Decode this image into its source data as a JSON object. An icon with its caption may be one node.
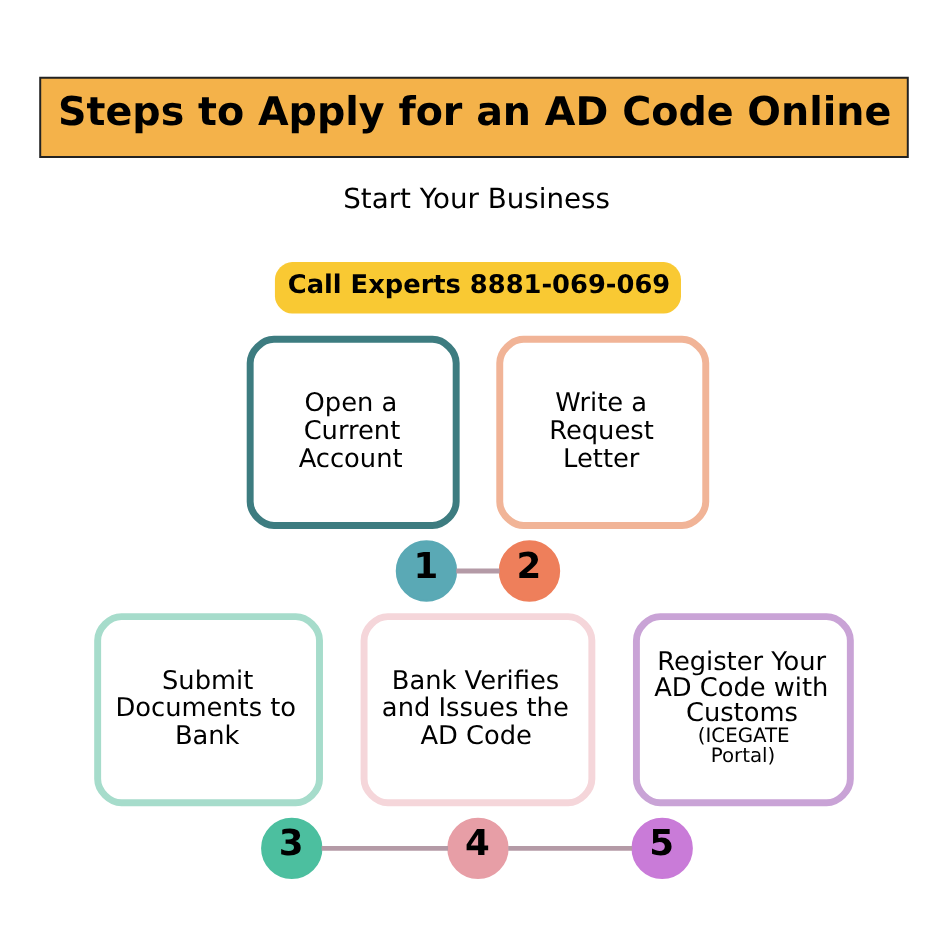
{
  "diagram": {
    "title": "Steps to Apply for an AD Code Online",
    "nodes": [
      {
        "text": [
          "Open a Current Account"
        ]
      },
      {
        "text": [
          "1"
        ]
      },
      {
        "text": [
          "Write a Request Letter"
        ]
      },
      {
        "text": [
          "2"
        ]
      },
      {
        "text": [
          "Submit Documents to Bank"
        ]
      },
      {
        "text": [
          "3"
        ]
      },
      {
        "text": [
          "Bank Verifies and Issues the AD Code"
        ]
      },
      {
        "text": [
          "4"
        ]
      },
      {
        "text": [
          "Register Your AD Code with Customs",
          "(ICEGATE Portal)"
        ]
      },
      {
        "text": [
          "5"
        ]
      }
    ],
    "edges": [
      {
        "from": 1,
        "to": 3,
        "arrow": "none"
      },
      {
        "from": 5,
        "to": 7,
        "arrow": "none"
      },
      {
        "from": 7,
        "to": 9,
        "arrow": "none"
      }
    ],
    "labels": [
      "Start Your Business",
      "Call Experts 8881-069-069"
    ]
  }
}
